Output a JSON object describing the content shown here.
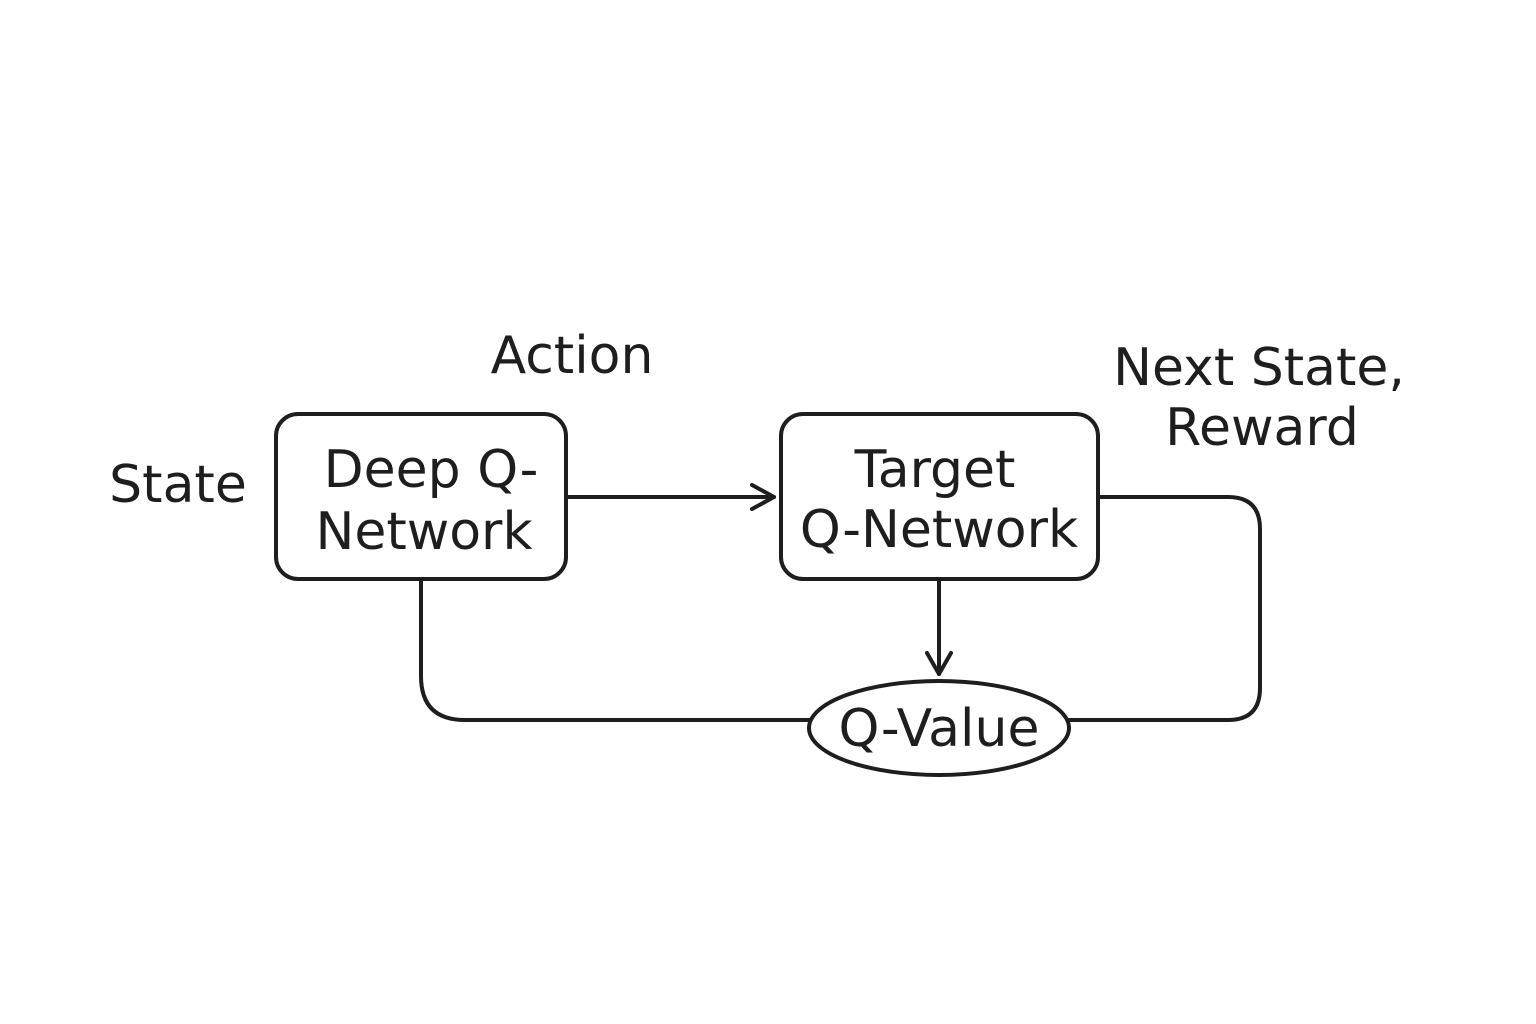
{
  "labels": {
    "state": "State",
    "action": "Action",
    "next_state_line1": "Next State,",
    "next_state_line2": "Reward"
  },
  "nodes": {
    "deep_q_network": {
      "line1": "Deep Q-",
      "line2": "Network"
    },
    "target_q_network": {
      "line1": "Target",
      "line2": "Q-Network"
    },
    "q_value": {
      "label": "Q-Value"
    }
  },
  "colors": {
    "stroke": "#1e1e1e",
    "background": "#ffffff",
    "text": "#1e1e1e"
  }
}
